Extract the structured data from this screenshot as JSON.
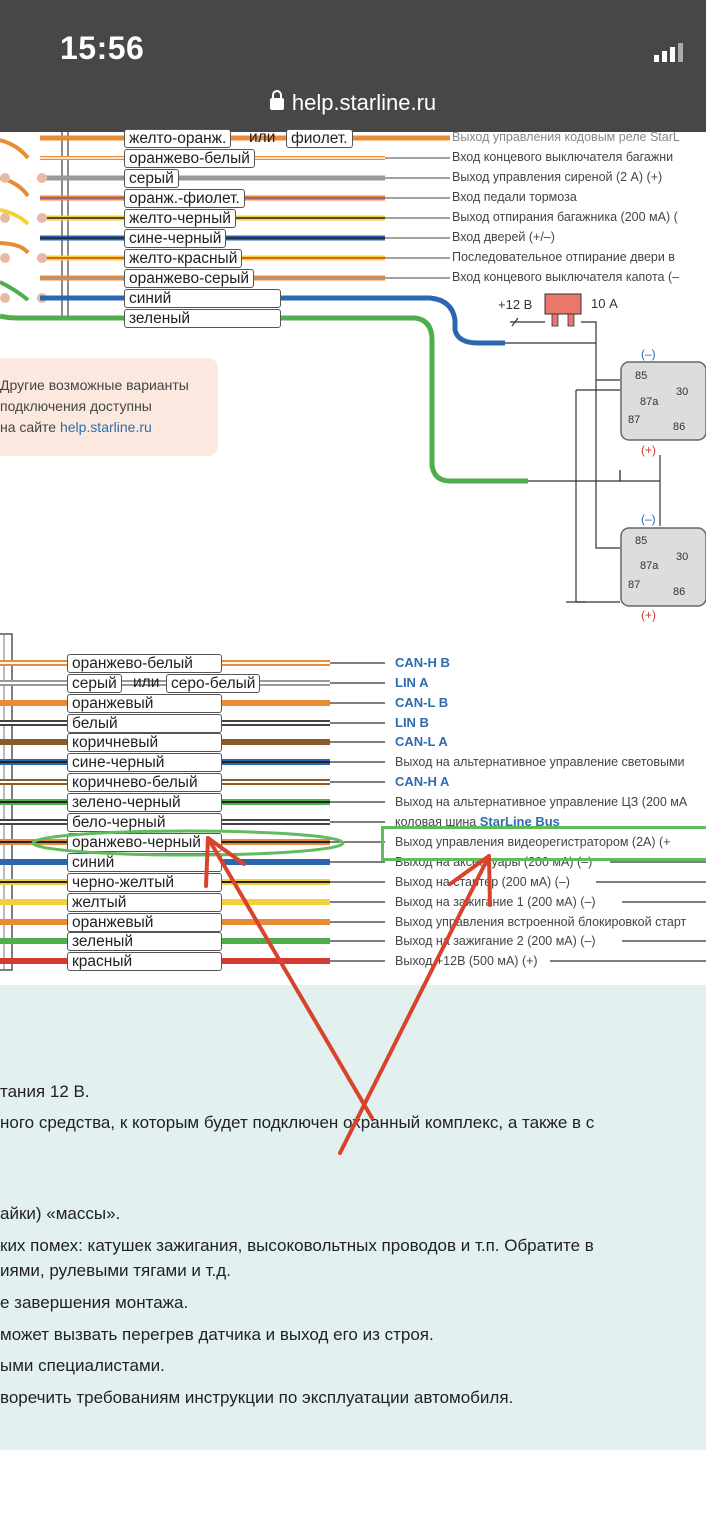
{
  "status_bar": {
    "time": "15:56",
    "url": "help.starline.ru"
  },
  "upper_wires": [
    {
      "label": "желто-оранж.",
      "or_text": "или",
      "alt_label": "фиолет.",
      "description": "Выход управления кодовым реле StarL"
    },
    {
      "label": "оранжево-белый",
      "description": "Вход концевого выключателя багажни"
    },
    {
      "label": "серый",
      "description": "Выход управления сиреной (2 А) (+)"
    },
    {
      "label": "оранж.-фиолет.",
      "description": "Вход педали тормоза"
    },
    {
      "label": "желто-черный",
      "description": "Выход отпирания багажника (200 мА) ("
    },
    {
      "label": "сине-черный",
      "description": "Вход дверей (+/–)"
    },
    {
      "label": "желто-красный",
      "description": "Последовательное отпирание двери в"
    },
    {
      "label": "оранжево-серый",
      "description": "Вход концевого выключателя капота (–"
    },
    {
      "label": "синий",
      "description": ""
    },
    {
      "label": "зеленый",
      "description": ""
    }
  ],
  "fuse": {
    "voltage_label": "+12 В",
    "rating_label": "10 А"
  },
  "relay1": {
    "minus": "(–)",
    "pin85": "85",
    "pin87a": "87a",
    "pin30": "30",
    "pin87": "87",
    "pin86": "86",
    "plus": "(+)"
  },
  "relay2": {
    "minus": "(–)",
    "pin85": "85",
    "pin87a": "87a",
    "pin30": "30",
    "pin87": "87",
    "pin86": "86",
    "plus": "(+)"
  },
  "info_box": {
    "line1": "Другие возможные варианты",
    "line2": "подключения доступны",
    "line3_prefix": "на сайте ",
    "link": "help.starline.ru"
  },
  "lower_wires": [
    {
      "label": "оранжево-белый",
      "right_text": "CAN-H B",
      "is_can": true
    },
    {
      "label": "серый",
      "or_text": "или",
      "alt_label": "серо-белый",
      "right_text": "LIN A",
      "is_can": true
    },
    {
      "label": "оранжевый",
      "right_text": "CAN-L B",
      "is_can": true
    },
    {
      "label": "белый",
      "right_text": "LIN B",
      "is_can": true
    },
    {
      "label": "коричневый",
      "right_text": "CAN-L A",
      "is_can": true
    },
    {
      "label": "сине-черный",
      "right_text": "Выход на альтернативное управление световыми"
    },
    {
      "label": "коричнево-белый",
      "right_text": "CAN-H A",
      "is_can": true
    },
    {
      "label": "зелено-черный",
      "right_text": "Выход на альтернативное управление ЦЗ (200 мА"
    },
    {
      "label": "бело-черный",
      "right_text": "коловая шина",
      "right_bold": "StarLine Bus"
    },
    {
      "label": "оранжево-черный",
      "right_text": "Выход управления видеорегистратором (2А) (+"
    },
    {
      "label": "синий",
      "right_text": "Выход на аксессуары (200 мА) (–)"
    },
    {
      "label": "черно-желтый",
      "right_text": "Выход на стартер (200 мА) (–)"
    },
    {
      "label": "желтый",
      "right_text": "Выход на зажигание 1 (200 мА) (–)"
    },
    {
      "label": "оранжевый",
      "right_text": "Выход управления встроенной блокировкой старт"
    },
    {
      "label": "зеленый",
      "right_text": "Выход на зажигание 2 (200 мА) (–)"
    },
    {
      "label": "красный",
      "right_text": "Выход +12В (500 мА) (+)"
    }
  ],
  "instructions": [
    "тания 12 В.",
    "ного средства, к которым будет подключен охранный комплекс, а также в с",
    "айки) «массы».",
    "ких помех: катушек зажигания, высоковольтных проводов и т.п. Обратите в",
    "иями, рулевыми тягами и т.д.",
    "е завершения монтажа.",
    "может вызвать перегрев датчика и выход его из строя.",
    "ыми специалистами.",
    "воречить требованиям инструкции по эксплуатации автомобиля."
  ],
  "colors": {
    "status_bar": "#474747",
    "info_box": "#fbe9df",
    "bottom_panel": "#e3f0f0",
    "highlight_green": "#62bb5d",
    "arrow_red": "#d9432c",
    "link_blue": "#2e6cae"
  }
}
